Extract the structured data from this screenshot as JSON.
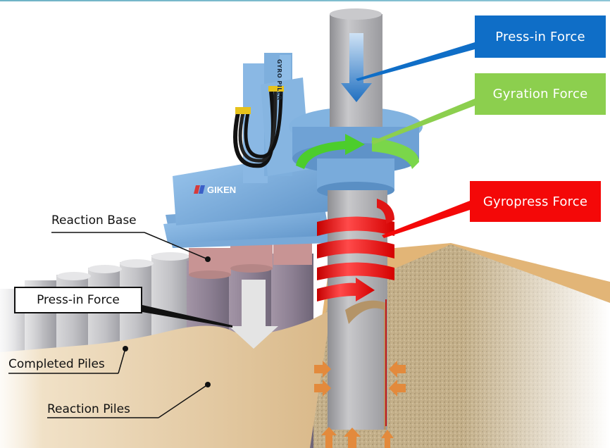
{
  "diagram": {
    "callouts": {
      "press_in_top": "Press-in Force",
      "gyration": "Gyration Force",
      "gyropress": "Gyropress Force",
      "press_in_left": "Press-in Force"
    },
    "labels": {
      "reaction_base": "Reaction Base",
      "completed_piles": "Completed Piles",
      "reaction_piles": "Reaction Piles"
    },
    "machine": {
      "brand": "GIKEN",
      "model_mark": "GYRO PILER"
    },
    "colors": {
      "press_in": "#0f6ec7",
      "gyration": "#8ccf4e",
      "gyropress": "#f40808",
      "machine_blue": "#7fb2e0",
      "soil": "#c9b58e",
      "pile_grey": "#b9b9bb"
    }
  }
}
